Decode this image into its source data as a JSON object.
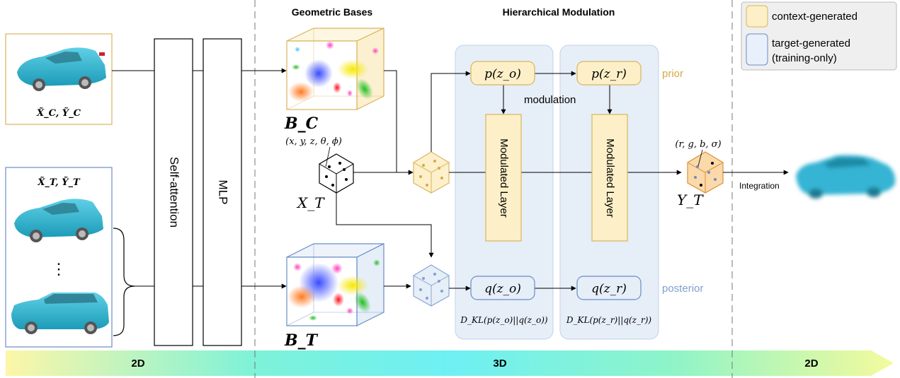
{
  "headers": {
    "geometric_bases": "Geometric Bases",
    "hierarchical_modulation": "Hierarchical Modulation"
  },
  "legend": {
    "context_label": "context-generated",
    "target_label_1": "target-generated",
    "target_label_2": "(training-only)",
    "context_color": "#fdf0c8",
    "target_color": "#e8f0fb"
  },
  "inputs": {
    "context_label": "X̃_C, Ỹ_C",
    "target_label": "X̃_T, Ỹ_T",
    "ellipsis": "⋮"
  },
  "blocks": {
    "self_attention": "Self-attention",
    "mlp": "MLP",
    "modulated_layer_1": "Modulated Layer",
    "modulated_layer_2": "Modulated Layer"
  },
  "bases": {
    "context": "B_C",
    "target": "B_T"
  },
  "query": {
    "coords": "(x, y, z, θ, ϕ)",
    "label": "X_T"
  },
  "output": {
    "coords": "(r, g, b, σ)",
    "label": "Y_T",
    "integration": "Integration"
  },
  "latents": {
    "p_o": "p(z_o)",
    "p_r": "p(z_r)",
    "q_o": "q(z_o)",
    "q_r": "q(z_r)",
    "prior": "prior",
    "posterior": "posterior",
    "modulation": "modulation",
    "kl_o": "D_KL(p(z_o)||q(z_o))",
    "kl_r": "D_KL(p(z_r)||q(z_r))"
  },
  "banner": {
    "left": "2D",
    "middle": "3D",
    "right": "2D"
  },
  "colors": {
    "context_border": "#d9b45c",
    "target_border": "#6a8cc8",
    "prior_text": "#d4a94a",
    "posterior_text": "#7f9fd0",
    "panel": "#e6eef8"
  }
}
